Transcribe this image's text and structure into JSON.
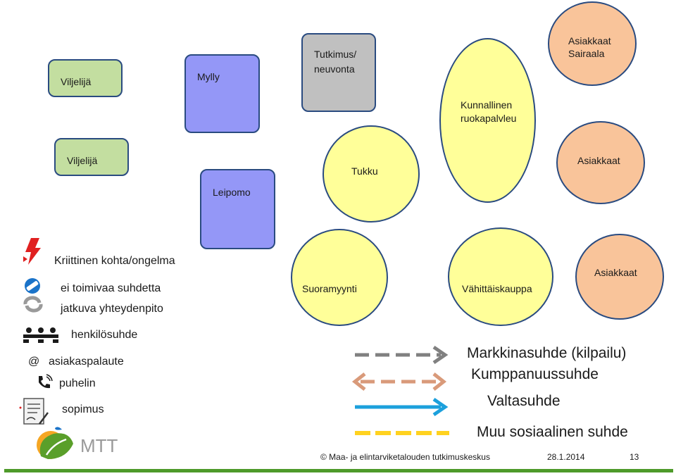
{
  "nodes": {
    "viljelija1": "Viljelijä",
    "mylly": "Mylly",
    "tutkimus_line1": "Tutkimus/",
    "tutkimus_line2": "neuvonta",
    "kunnallinen_line1": "Kunnallinen",
    "kunnallinen_line2": "ruokapalvleu",
    "asiakkaat_sairaala_line1": "Asiakkaat",
    "asiakkaat_sairaala_line2": "Sairaala",
    "viljelija2": "Viljelijä",
    "leipomo": "Leipomo",
    "tukku": "Tukku",
    "asiakkaat2": "Asiakkaat",
    "suoramyynti": "Suoramyynti",
    "vahittaiskauppa": "Vähittäiskauppa",
    "asiakkaat3": "Asiakkaat"
  },
  "legend": {
    "kriittinen": "Kriittinen kohta/ongelma",
    "ei_toimivaa": "ei toimivaa suhdetta",
    "jatkuva": "jatkuva yhteydenpito",
    "henkilosuhde": "henkilösuhde",
    "at_symbol": "@",
    "asiakaspalaute": "asiakaspalaute",
    "puhelin": "puhelin",
    "sopimus": "sopimus"
  },
  "relations": {
    "markkinasuhde": "Markkinasuhde (kilpailu)",
    "kumppanuussuhde": "Kumppanuussuhde",
    "valtasuhde": "Valtasuhde",
    "muu": "Muu sosiaalinen suhde"
  },
  "colors": {
    "markkinasuhde": "#808080",
    "kumppanuussuhde": "#d99a7a",
    "valtasuhde": "#1ca0dc",
    "muu": "#ffd21f"
  },
  "footer": {
    "copyright": "© Maa- ja elintarviketalouden tutkimuskeskus",
    "date": "28.1.2014",
    "page": "13"
  },
  "logo_text": "MTT"
}
